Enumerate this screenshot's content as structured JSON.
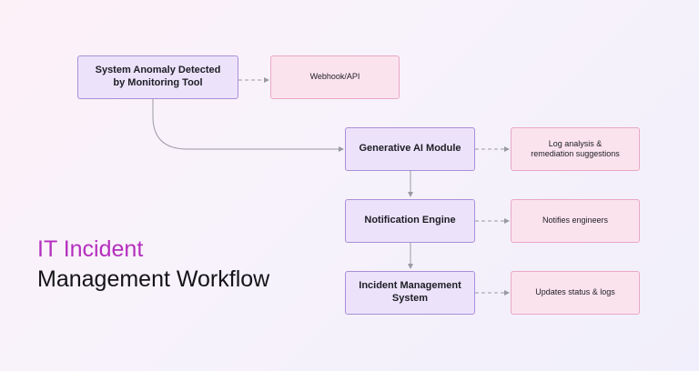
{
  "title": {
    "line1": "IT Incident",
    "line2": "Management Workflow"
  },
  "nodes": {
    "anomaly": "System Anomaly Detected\nby Monitoring Tool",
    "webhook": "Webhook/API",
    "genai": "Generative AI Module",
    "log_analysis": "Log analysis &\nremediation suggestions",
    "notification": "Notification Engine",
    "notifies": "Notifies engineers",
    "incident_mgmt": "Incident Management\nSystem",
    "updates": "Updates status & logs"
  },
  "colors": {
    "title_accent": "#b42fbe",
    "main_box_fill": "#ece3fb",
    "main_box_border": "#a98fd8",
    "side_box_fill": "#fbe3ee",
    "side_box_border": "#e8a8c4",
    "connector": "#9a9aa3"
  }
}
